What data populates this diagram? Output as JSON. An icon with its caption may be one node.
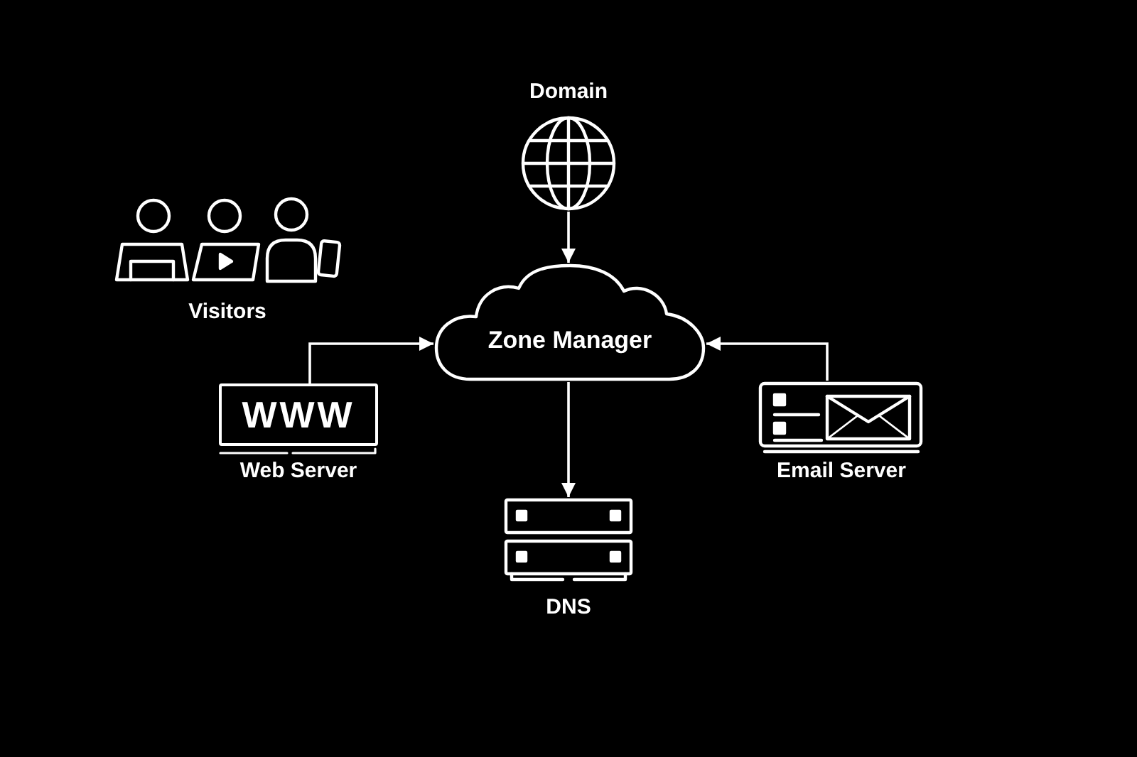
{
  "diagram": {
    "nodes": [
      {
        "text": [
          "Domain"
        ]
      },
      {
        "text": [
          "Visitors"
        ]
      },
      {
        "text": [
          "Zone Manager"
        ]
      },
      {
        "text": [
          "WWW",
          "Web Server"
        ]
      },
      {
        "text": [
          "Email Server"
        ]
      },
      {
        "text": [
          "DNS"
        ]
      }
    ],
    "edges": [
      {
        "from": 0,
        "to": 2,
        "arrow": "to"
      },
      {
        "from": 3,
        "to": 2,
        "arrow": "to"
      },
      {
        "from": 4,
        "to": 2,
        "arrow": "to"
      },
      {
        "from": 2,
        "to": 5,
        "arrow": "to"
      }
    ]
  }
}
